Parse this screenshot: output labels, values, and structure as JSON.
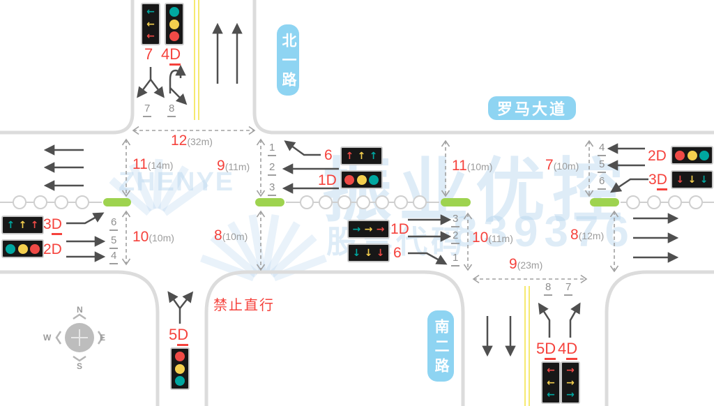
{
  "colors": {
    "red": "#ef4a46",
    "yellow": "#f4cf4e",
    "teal": "#00a7a0",
    "label_red": "#f5423c",
    "green_bar": "#9ed34f",
    "badge_blue": "#8ed4f2",
    "road_gray": "#dcdcdc",
    "arrow_dark": "#4f4f4f",
    "measure_gray": "#9c9c9c",
    "yellow_line": "#f6e96f"
  },
  "badges": {
    "north_road": "北一路",
    "main_road": "罗马大道",
    "south_road": "南二路"
  },
  "notes": {
    "no_straight": "禁止直行"
  },
  "watermark": {
    "brand": "ZHENYE",
    "cn_name": "振业优控",
    "stock_label": "股票代码",
    "stock_code": "839376"
  },
  "compass": {
    "n": "N",
    "e": "E",
    "s": "S",
    "w": "W"
  },
  "measures": [
    {
      "num": "12",
      "dist": "(32m)"
    },
    {
      "num": "11",
      "dist": "(14m)"
    },
    {
      "num": "9",
      "dist": "(11m)"
    },
    {
      "num": "10",
      "dist": "(10m)"
    },
    {
      "num": "8",
      "dist": "(10m)"
    },
    {
      "num": "11",
      "dist": "(10m)"
    },
    {
      "num": "7",
      "dist": "(10m)"
    },
    {
      "num": "10",
      "dist": "(11m)"
    },
    {
      "num": "8",
      "dist": "(12m)"
    },
    {
      "num": "9",
      "dist": "(23m)"
    }
  ],
  "signal_labels": [
    {
      "t": "7",
      "u": ""
    },
    {
      "t": "4",
      "u": "D"
    },
    {
      "t": "6",
      "u": ""
    },
    {
      "t": "1D",
      "u": ""
    },
    {
      "t": "3",
      "u": "D"
    },
    {
      "t": "2D",
      "u": ""
    },
    {
      "t": "5",
      "u": "D"
    },
    {
      "t": "1D",
      "u": ""
    },
    {
      "t": "6",
      "u": ""
    },
    {
      "t": "2D",
      "u": ""
    },
    {
      "t": "3",
      "u": "D"
    },
    {
      "t": "5",
      "u": "D"
    },
    {
      "t": "4",
      "u": "D"
    }
  ],
  "lanes": {
    "north_approach": [
      "7",
      "8"
    ],
    "left_east_approach": [
      "1",
      "2",
      "3"
    ],
    "left_west_approach": [
      "6",
      "5",
      "4"
    ],
    "right_center_approach": [
      "3",
      "2",
      "1"
    ],
    "right_east_approach": [
      "4",
      "5",
      "6"
    ],
    "south_approach": [
      "8",
      "7"
    ]
  },
  "signal_heads": [
    {
      "orient": "v",
      "cells": [
        {
          "kind": "arrow",
          "glyph": "←",
          "color": "teal"
        },
        {
          "kind": "arrow",
          "glyph": "←",
          "color": "yellow"
        },
        {
          "kind": "arrow",
          "glyph": "←",
          "color": "red"
        }
      ]
    },
    {
      "orient": "v",
      "cells": [
        {
          "kind": "ball",
          "color": "teal"
        },
        {
          "kind": "ball",
          "color": "yellow"
        },
        {
          "kind": "ball",
          "color": "red"
        }
      ]
    },
    {
      "orient": "h",
      "cells": [
        {
          "kind": "arrow",
          "glyph": "↑",
          "color": "red"
        },
        {
          "kind": "arrow",
          "glyph": "↑",
          "color": "yellow"
        },
        {
          "kind": "arrow",
          "glyph": "↑",
          "color": "teal"
        }
      ]
    },
    {
      "orient": "h",
      "cells": [
        {
          "kind": "ball",
          "color": "red"
        },
        {
          "kind": "ball",
          "color": "yellow"
        },
        {
          "kind": "ball",
          "color": "teal"
        }
      ]
    },
    {
      "orient": "h",
      "cells": [
        {
          "kind": "arrow",
          "glyph": "↑",
          "color": "teal"
        },
        {
          "kind": "arrow",
          "glyph": "↑",
          "color": "yellow"
        },
        {
          "kind": "arrow",
          "glyph": "↑",
          "color": "red"
        }
      ]
    },
    {
      "orient": "h",
      "cells": [
        {
          "kind": "ball",
          "color": "teal"
        },
        {
          "kind": "ball",
          "color": "yellow"
        },
        {
          "kind": "ball",
          "color": "red"
        }
      ]
    },
    {
      "orient": "v",
      "cells": [
        {
          "kind": "ball",
          "color": "red"
        },
        {
          "kind": "ball",
          "color": "yellow"
        },
        {
          "kind": "ball",
          "color": "teal"
        }
      ]
    },
    {
      "orient": "h",
      "cells": [
        {
          "kind": "arrow",
          "glyph": "→",
          "color": "teal"
        },
        {
          "kind": "arrow",
          "glyph": "→",
          "color": "yellow"
        },
        {
          "kind": "arrow",
          "glyph": "→",
          "color": "red"
        }
      ]
    },
    {
      "orient": "h",
      "cells": [
        {
          "kind": "arrow",
          "glyph": "↓",
          "color": "teal"
        },
        {
          "kind": "arrow",
          "glyph": "↓",
          "color": "yellow"
        },
        {
          "kind": "arrow",
          "glyph": "↓",
          "color": "red"
        }
      ]
    },
    {
      "orient": "h",
      "cells": [
        {
          "kind": "ball",
          "color": "red"
        },
        {
          "kind": "ball",
          "color": "yellow"
        },
        {
          "kind": "ball",
          "color": "teal"
        }
      ]
    },
    {
      "orient": "h",
      "cells": [
        {
          "kind": "arrow",
          "glyph": "↓",
          "color": "red"
        },
        {
          "kind": "arrow",
          "glyph": "↓",
          "color": "yellow"
        },
        {
          "kind": "arrow",
          "glyph": "↓",
          "color": "teal"
        }
      ]
    },
    {
      "orient": "v",
      "cells": [
        {
          "kind": "arrow",
          "glyph": "←",
          "color": "red"
        },
        {
          "kind": "arrow",
          "glyph": "←",
          "color": "yellow"
        },
        {
          "kind": "arrow",
          "glyph": "←",
          "color": "teal"
        }
      ]
    },
    {
      "orient": "v",
      "cells": [
        {
          "kind": "arrow",
          "glyph": "→",
          "color": "red"
        },
        {
          "kind": "arrow",
          "glyph": "→",
          "color": "yellow"
        },
        {
          "kind": "arrow",
          "glyph": "→",
          "color": "teal"
        }
      ]
    }
  ]
}
